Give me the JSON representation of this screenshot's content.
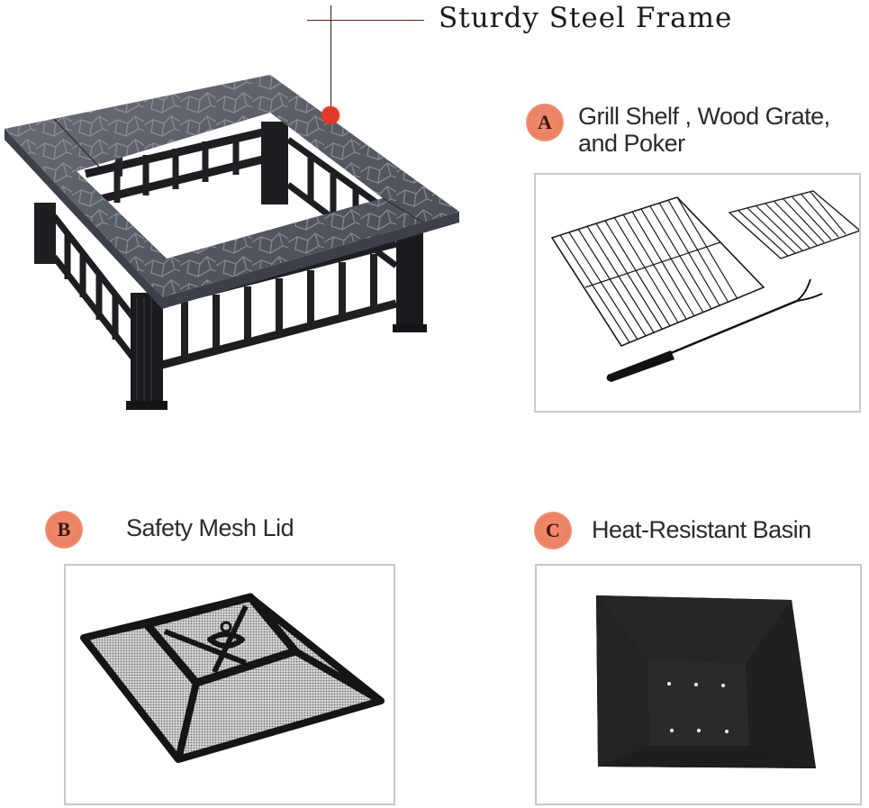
{
  "main_feature": {
    "label": "Sturdy Steel Frame",
    "callout_color": "#e03a2a",
    "line_color": "#5a1414"
  },
  "sections": [
    {
      "badge": "A",
      "title_line1": "Grill Shelf , Wood Grate,",
      "title_line2": "and Poker",
      "image": "grill-grates-and-poker"
    },
    {
      "badge": "B",
      "title_line1": "Safety Mesh Lid",
      "image": "mesh-spark-screen-lid"
    },
    {
      "badge": "C",
      "title_line1": "Heat-Resistant Basin",
      "image": "square-fire-bowl-basin"
    }
  ],
  "colors": {
    "badge_fill": "#ec8164",
    "badge_text": "#3a1a0a",
    "panel_border": "#c8c8c8",
    "metal": "#2a2a2e",
    "stone_top": "#5a5e66"
  }
}
